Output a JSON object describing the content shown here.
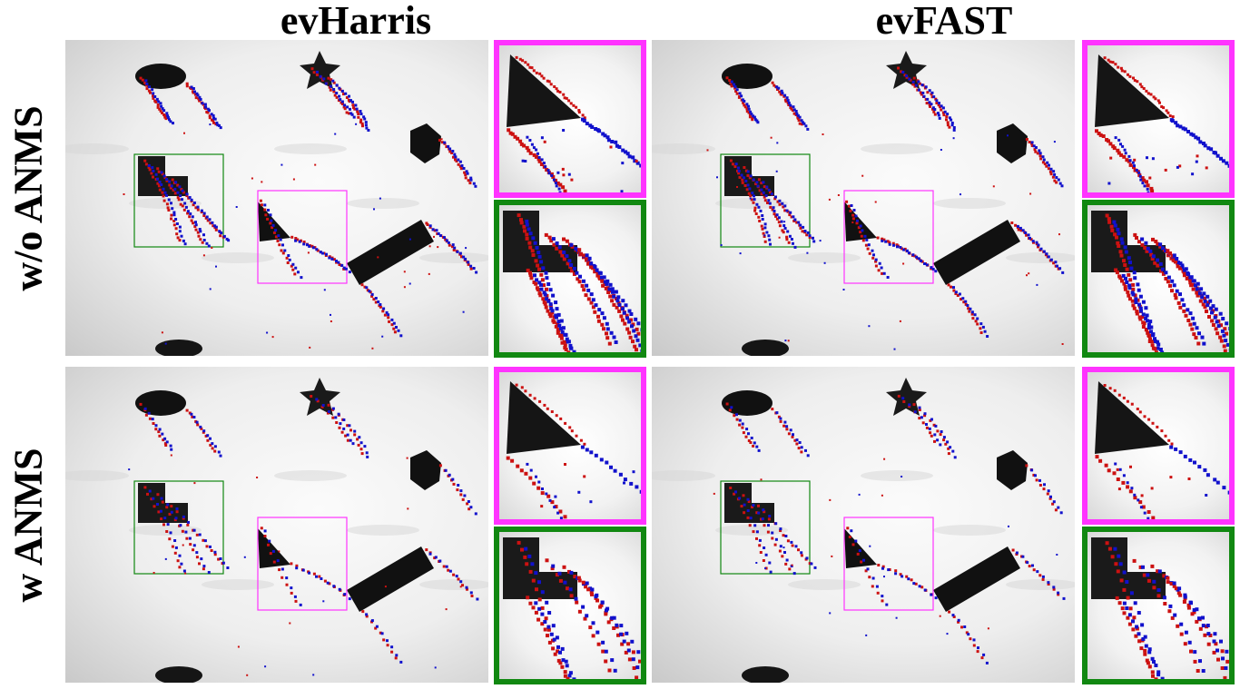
{
  "figure": {
    "column_titles": [
      "evHarris",
      "evFAST"
    ],
    "row_labels": [
      "w/o ANMS",
      "w ANMS"
    ],
    "colors": {
      "event_positive": "#cc1111",
      "event_negative": "#1111cc",
      "roi_magenta": "#ff33ff",
      "roi_green": "#118811",
      "background": "#ffffff"
    }
  }
}
